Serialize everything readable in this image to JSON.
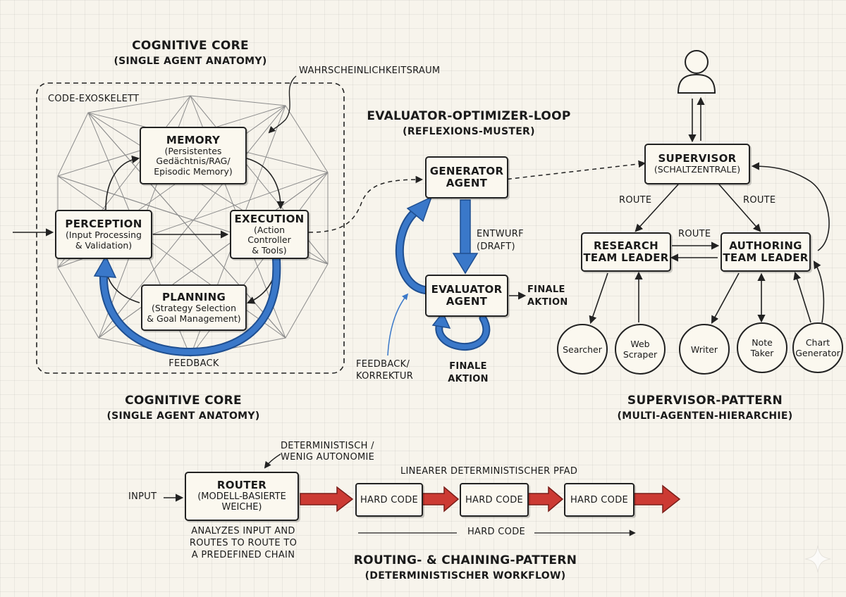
{
  "cognitive_core": {
    "title": "COGNITIVE CORE",
    "subtitle": "(SINGLE AGENT ANATOMY)",
    "bottom_title": "COGNITIVE CORE",
    "bottom_subtitle": "(SINGLE AGENT ANATOMY)",
    "probability_space_label": "WAHRSCHEINLICHKEITSRAUM",
    "exoskeleton_label": "CODE-EXOSKELETT",
    "feedback_label": "FEEDBACK",
    "memory": {
      "title": "MEMORY",
      "lines": [
        "(Persistentes",
        "Gedächtnis/RAG/",
        "Episodic Memory)"
      ]
    },
    "perception": {
      "title": "PERCEPTION",
      "lines": [
        "(Input Processing",
        "& Validation)"
      ]
    },
    "execution": {
      "title": "EXECUTION",
      "lines": [
        "(Action Controller",
        "& Tools)"
      ]
    },
    "planning": {
      "title": "PLANNING",
      "lines": [
        "(Strategy Selection",
        "& Goal Management)"
      ]
    }
  },
  "evaluator_loop": {
    "title": "EVALUATOR-OPTIMIZER-LOOP",
    "subtitle": "(REFLEXIONS-MUSTER)",
    "generator": [
      "GENERATOR",
      "AGENT"
    ],
    "evaluator": [
      "EVALUATOR",
      "AGENT"
    ],
    "draft_label": [
      "ENTWURF",
      "(DRAFT)"
    ],
    "final_action_right": [
      "FINALE",
      "AKTION"
    ],
    "final_action_bottom": [
      "FINALE",
      "AKTION"
    ],
    "feedback_label": [
      "FEEDBACK/",
      "KORREKTUR"
    ]
  },
  "supervisor_pattern": {
    "title": "SUPERVISOR-PATTERN",
    "subtitle": "(MULTI-AGENTEN-HIERARCHIE)",
    "supervisor": [
      "SUPERVISOR",
      "(SCHALTZENTRALE)"
    ],
    "route_left": "ROUTE",
    "route_right": "ROUTE",
    "route_middle": "ROUTE",
    "research_leader": [
      "RESEARCH",
      "TEAM LEADER"
    ],
    "authoring_leader": [
      "AUTHORING",
      "TEAM LEADER"
    ],
    "workers": [
      {
        "lines": [
          "Searcher"
        ]
      },
      {
        "lines": [
          "Web",
          "Scraper"
        ]
      },
      {
        "lines": [
          "Writer"
        ]
      },
      {
        "lines": [
          "Note",
          "Taker"
        ]
      },
      {
        "lines": [
          "Chart",
          "Generator"
        ]
      }
    ]
  },
  "routing_pattern": {
    "title": "ROUTING- & CHAINING-PATTERN",
    "subtitle": "(DETERMINISTISCHER WORKFLOW)",
    "determinism_note": [
      "DETERMINISTISCH /",
      "WENIG AUTONOMIE"
    ],
    "linear_path_label": "LINEARER DETERMINISTISCHER PFAD",
    "input_label": "INPUT",
    "router": [
      "ROUTER",
      "(MODELL-BASIERTE",
      "WEICHE)"
    ],
    "router_description": [
      "ANALYZES INPUT AND",
      "ROUTES TO ROUTE TO",
      "A PREDEFINED CHAIN"
    ],
    "hard_code_steps": [
      "HARD CODE",
      "HARD CODE",
      "HARD CODE"
    ],
    "hard_code_axis_label": "HARD CODE"
  },
  "colors": {
    "ink": "#222222",
    "feedback_blue": "#3a78c9",
    "chain_red": "#cc3a33",
    "paper": "#f7f4ec"
  },
  "icons": [
    "user-icon",
    "sparkle-icon"
  ]
}
